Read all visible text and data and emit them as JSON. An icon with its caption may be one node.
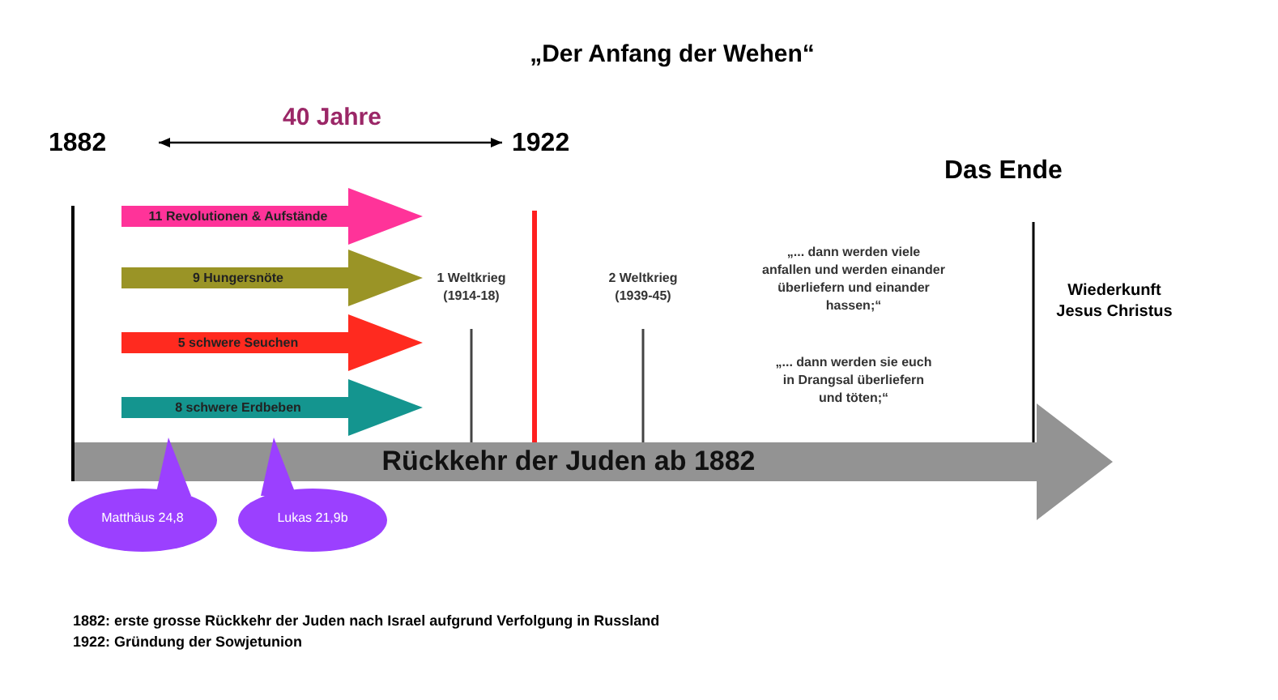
{
  "diagram": {
    "title": "„Der Anfang der Wehen“",
    "nodes": [
      {
        "text": [
          "11 Revolutionen & Aufstände"
        ]
      },
      {
        "text": [
          "9 Hungersnöte"
        ]
      },
      {
        "text": [
          "5 schwere Seuchen"
        ]
      },
      {
        "text": [
          "8 schwere Erdbeben"
        ]
      },
      {
        "text": [
          "Rückkehr der Juden ab 1882"
        ]
      },
      {
        "text": [
          "Matthäus 24,8"
        ]
      },
      {
        "text": [
          "Lukas 21,9b"
        ]
      }
    ],
    "labels": [
      "1882",
      "40 Jahre",
      "1922",
      "Das Ende",
      "1 Weltkrieg (1914-18)",
      "2 Weltkrieg (1939-45)",
      "„... dann werden viele anfallen und werden einander überliefern und einander hassen;“",
      "„... dann werden sie euch in Drangsal überliefern und töten;“",
      "Wiederkunft Jesus Christus",
      "1882: erste grosse Rückkehr der Juden nach Israel aufgrund Verfolgung in Russland",
      "1922: Gründung der Sowjetunion"
    ]
  }
}
